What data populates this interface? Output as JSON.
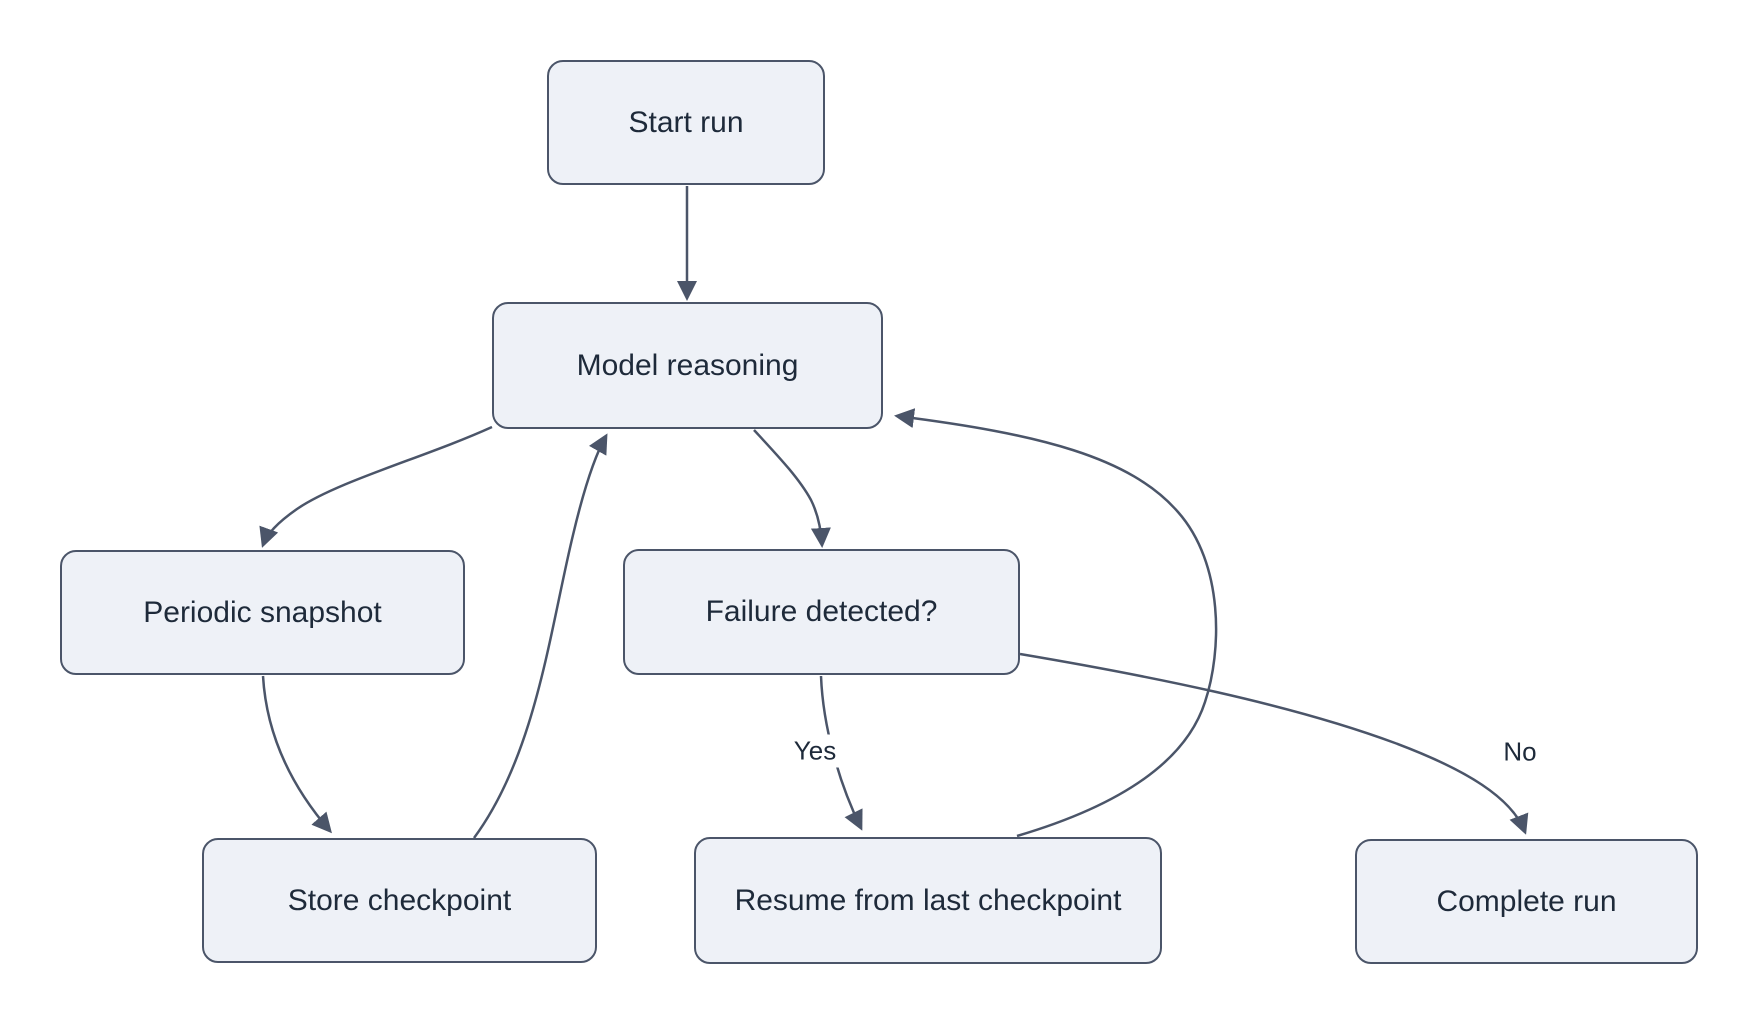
{
  "diagram": {
    "type": "flowchart",
    "direction": "top-down",
    "nodes": [
      {
        "id": "start",
        "label": "Start run"
      },
      {
        "id": "model",
        "label": "Model reasoning"
      },
      {
        "id": "periodic",
        "label": "Periodic snapshot"
      },
      {
        "id": "failure",
        "label": "Failure detected?"
      },
      {
        "id": "store",
        "label": "Store checkpoint"
      },
      {
        "id": "resume",
        "label": "Resume from last checkpoint"
      },
      {
        "id": "complete",
        "label": "Complete run"
      }
    ],
    "edges": [
      {
        "from": "Start run",
        "to": "Model reasoning",
        "label": ""
      },
      {
        "from": "Model reasoning",
        "to": "Periodic snapshot",
        "label": ""
      },
      {
        "from": "Model reasoning",
        "to": "Failure detected?",
        "label": ""
      },
      {
        "from": "Periodic snapshot",
        "to": "Store checkpoint",
        "label": ""
      },
      {
        "from": "Store checkpoint",
        "to": "Model reasoning",
        "label": ""
      },
      {
        "from": "Failure detected?",
        "to": "Resume from last checkpoint",
        "label": "Yes"
      },
      {
        "from": "Failure detected?",
        "to": "Complete run",
        "label": "No"
      },
      {
        "from": "Resume from last checkpoint",
        "to": "Model reasoning",
        "label": ""
      }
    ],
    "edge_labels": {
      "yes": "Yes",
      "no": "No"
    },
    "colors": {
      "background": "#ffffff",
      "node_fill": "#eef1f7",
      "node_border": "#4b5569",
      "edge_line": "#4b5569",
      "text": "#1e2a3a"
    }
  }
}
